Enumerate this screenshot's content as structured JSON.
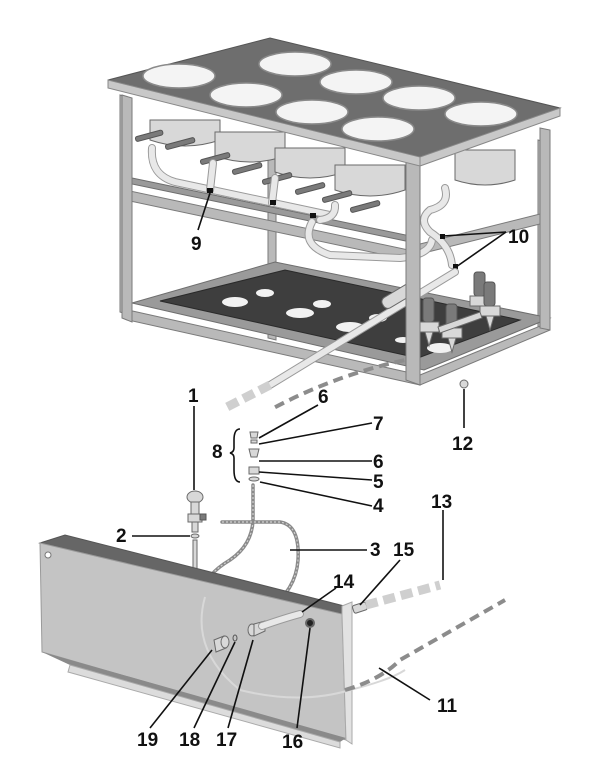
{
  "diagram": {
    "type": "exploded-parts-view",
    "assemblies": [
      "frame-with-wells",
      "front-panel"
    ],
    "callouts": [
      {
        "id": "1",
        "label": "1"
      },
      {
        "id": "2",
        "label": "2"
      },
      {
        "id": "3",
        "label": "3"
      },
      {
        "id": "4",
        "label": "4"
      },
      {
        "id": "5",
        "label": "5"
      },
      {
        "id": "6a",
        "label": "6"
      },
      {
        "id": "6b",
        "label": "6"
      },
      {
        "id": "7",
        "label": "7"
      },
      {
        "id": "8",
        "label": "8"
      },
      {
        "id": "9",
        "label": "9"
      },
      {
        "id": "10",
        "label": "10"
      },
      {
        "id": "11",
        "label": "11"
      },
      {
        "id": "12",
        "label": "12"
      },
      {
        "id": "13",
        "label": "13"
      },
      {
        "id": "14",
        "label": "14"
      },
      {
        "id": "15",
        "label": "15"
      },
      {
        "id": "16",
        "label": "16"
      },
      {
        "id": "17",
        "label": "17"
      },
      {
        "id": "18",
        "label": "18"
      },
      {
        "id": "19",
        "label": "19"
      }
    ],
    "well_count": 8,
    "valve_count": 4,
    "colors": {
      "background": "#ffffff",
      "label": "#111111",
      "frame": "#b9b9b9",
      "top_surface": "#6e6e6e"
    }
  }
}
